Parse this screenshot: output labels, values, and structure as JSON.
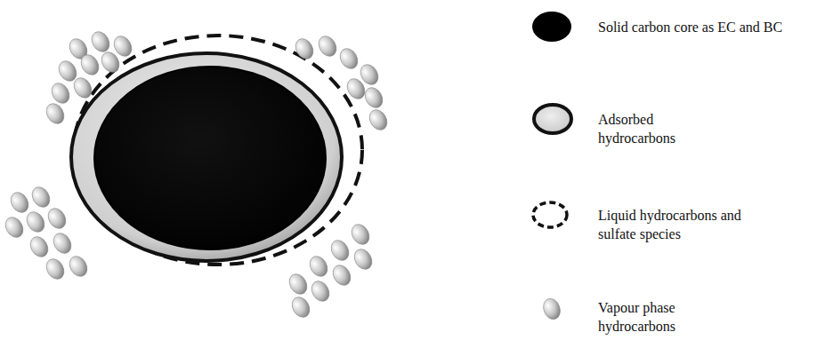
{
  "diagram": {
    "legend": [
      {
        "text": "Solid carbon core as EC and BC"
      },
      {
        "text": "Adsorbed hydrocarbons"
      },
      {
        "text": "Liquid hydrocarbons and sulfate species"
      },
      {
        "text": "Vapour phase hydrocarbons"
      }
    ]
  }
}
